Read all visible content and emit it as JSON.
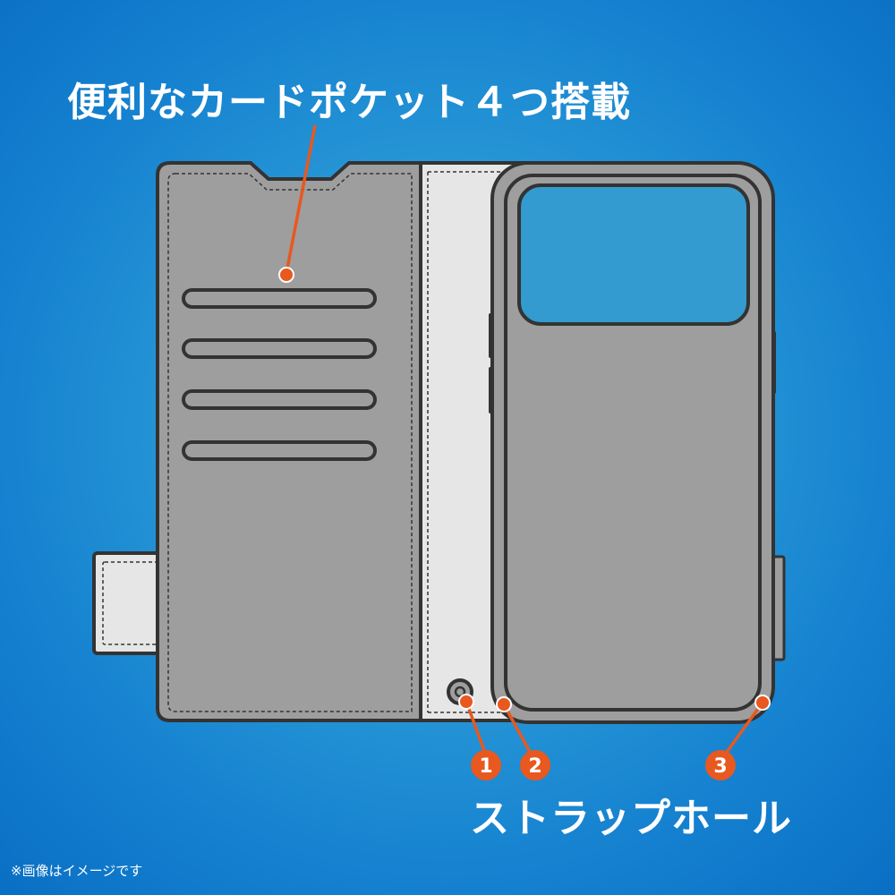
{
  "header": {
    "title": "便利なカードポケット４つ搭載"
  },
  "callouts": {
    "strap_label": "ストラップホール"
  },
  "markers": [
    {
      "number": "1"
    },
    {
      "number": "2"
    },
    {
      "number": "3"
    }
  ],
  "footer": {
    "note": "※画像はイメージです"
  },
  "colors": {
    "background": "#1a8ad2",
    "accent_orange": "#e8581f",
    "case_gray": "#9e9e9e",
    "case_outline": "#333333",
    "inner_panel": "#e6e6e6"
  },
  "icons": {
    "card_slot": "card-slot-icon",
    "strap_hole": "strap-hole-icon"
  }
}
